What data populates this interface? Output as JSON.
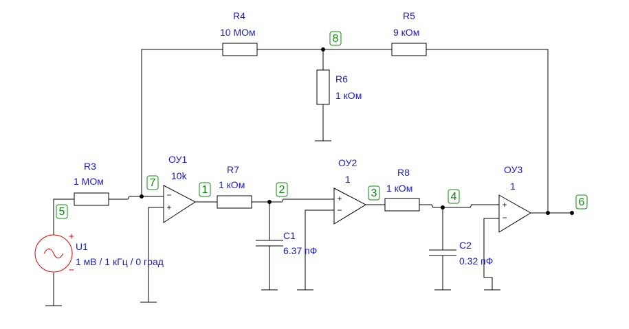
{
  "components": {
    "r3": {
      "ref": "R3",
      "value": "1 МОм"
    },
    "r4": {
      "ref": "R4",
      "value": "10 МОм"
    },
    "r5": {
      "ref": "R5",
      "value": "9 кОм"
    },
    "r6": {
      "ref": "R6",
      "value": "1 кОм"
    },
    "r7": {
      "ref": "R7",
      "value": "1 кОм"
    },
    "r8": {
      "ref": "R8",
      "value": "1 кОм"
    },
    "c1": {
      "ref": "C1",
      "value": "6.37 пФ"
    },
    "c2": {
      "ref": "C2",
      "value": "0.32 пФ"
    },
    "ou1": {
      "ref": "ОУ1",
      "gain": "10k"
    },
    "ou2": {
      "ref": "ОУ2",
      "gain": "1"
    },
    "ou3": {
      "ref": "ОУ3",
      "gain": "1"
    },
    "u1": {
      "ref": "U1",
      "value": "1 мВ / 1 кГц / 0 град"
    }
  },
  "nodes": {
    "n1": "1",
    "n2": "2",
    "n3": "3",
    "n4": "4",
    "n5": "5",
    "n6": "6",
    "n7": "7",
    "n8": "8"
  },
  "pins": {
    "plus": "+",
    "minus": "−"
  },
  "colors": {
    "label": "#1a1ad0",
    "node": "#0a8a0a",
    "source": "#e00000",
    "wire": "#000000"
  }
}
